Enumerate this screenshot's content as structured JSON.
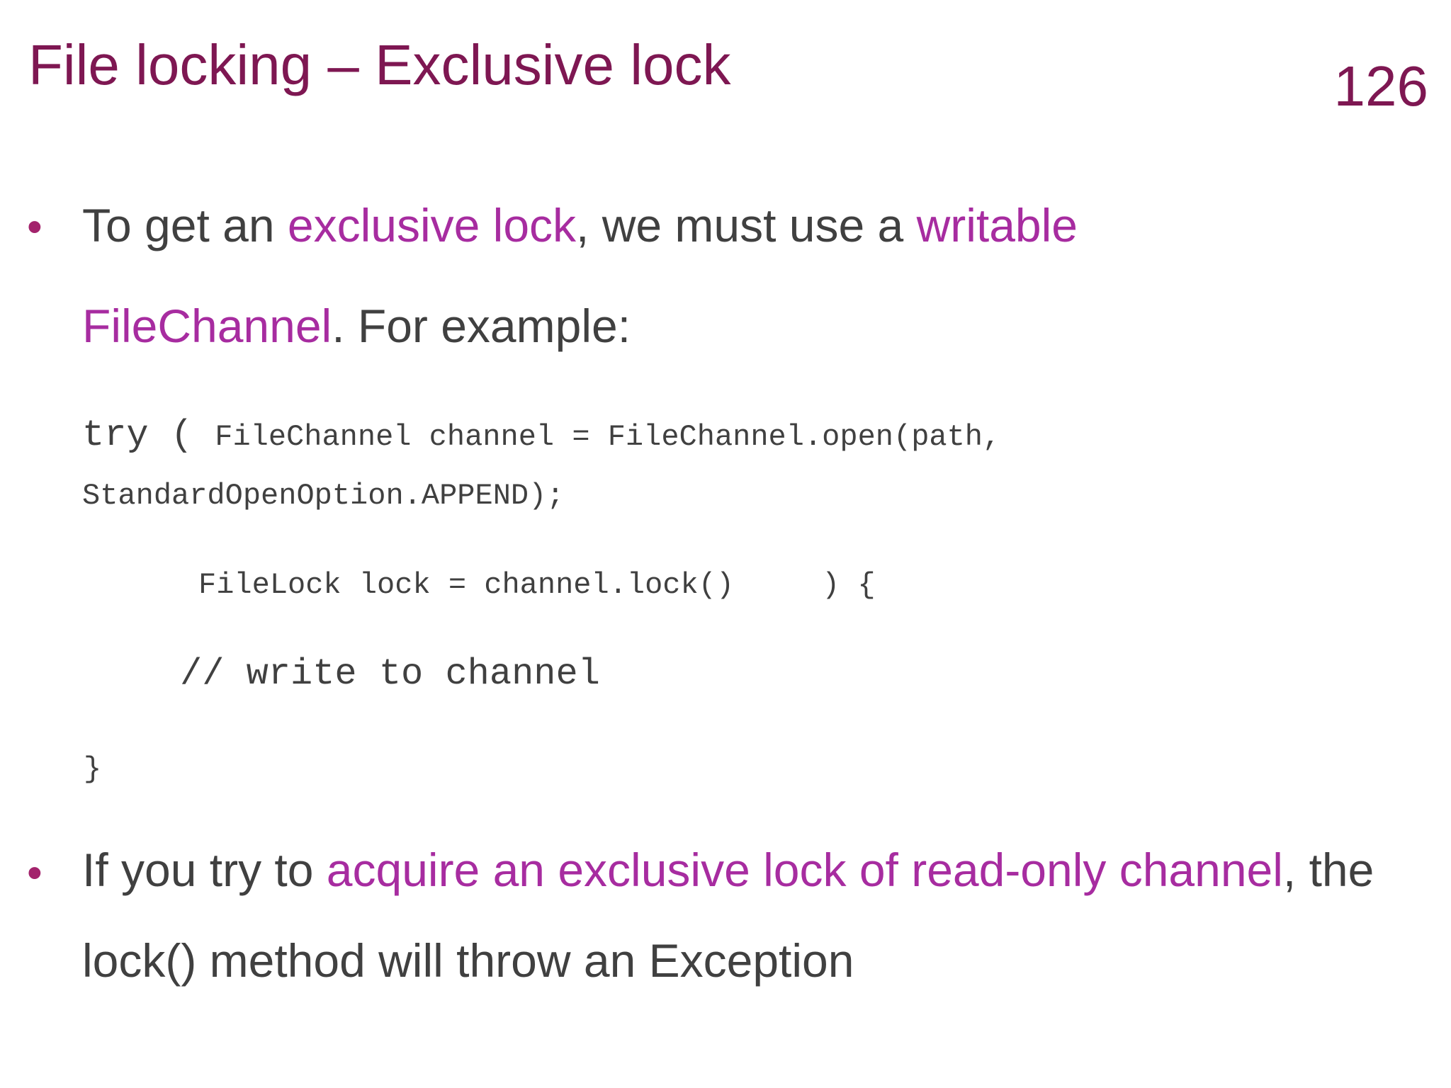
{
  "slide": {
    "title": "File locking – Exclusive lock",
    "page_number": "126",
    "bullet_symbol": "•"
  },
  "bullet1": {
    "line1": {
      "t1": "To get an ",
      "h1": "exclusive lock",
      "t2": ", we must use a ",
      "h2": "writable"
    },
    "line2": {
      "h1": "FileChannel",
      "t1": ". For example:"
    }
  },
  "code": {
    "line1_try": "try ( ",
    "line1_rest": "FileChannel channel = FileChannel.open(path,",
    "line2": "StandardOpenOption.APPEND);",
    "line3_a": "FileLock lock = channel.lock()",
    "line3_b": ") {",
    "line4": "// write to channel",
    "line5": "}"
  },
  "bullet2": {
    "line1": {
      "t1": "If you try to ",
      "h1": "acquire an exclusive lock of read-only channel",
      "t2": ", the"
    },
    "line2": {
      "t1": "lock() method will throw an Exception"
    }
  },
  "colors": {
    "title": "#7e1752",
    "highlight": "#a72ca0",
    "body_text": "#404040",
    "bullet": "#a3236c"
  }
}
